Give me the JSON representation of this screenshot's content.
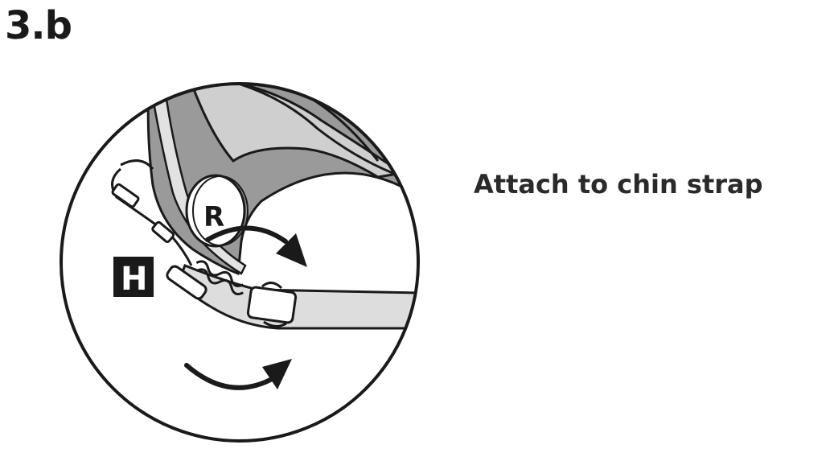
{
  "step": {
    "number": "3.b",
    "instruction": "Attach to chin strap"
  },
  "illustration": {
    "part_labels": {
      "speaker": "R",
      "unit": "H"
    },
    "colors": {
      "outline": "#1a1a1a",
      "helmet_dark": "#9a9a9a",
      "helmet_light": "#d9d9d9",
      "strap": "#dddddd",
      "label_box": "#1a1a1a"
    }
  }
}
